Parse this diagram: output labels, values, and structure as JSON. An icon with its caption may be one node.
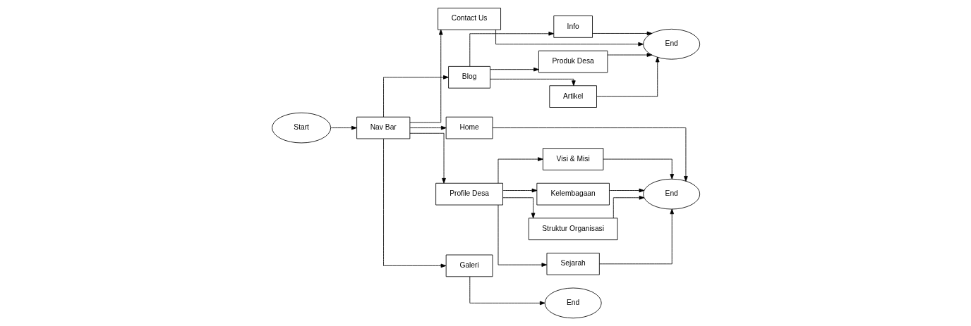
{
  "diagram": {
    "nodes": [
      {
        "text": [
          "Start"
        ]
      },
      {
        "text": [
          "Nav Bar"
        ]
      },
      {
        "text": [
          "Contact Us"
        ]
      },
      {
        "text": [
          "Blog"
        ]
      },
      {
        "text": [
          "Home"
        ]
      },
      {
        "text": [
          "Profile Desa"
        ]
      },
      {
        "text": [
          "Galeri"
        ]
      },
      {
        "text": [
          "Info"
        ]
      },
      {
        "text": [
          "Produk Desa"
        ]
      },
      {
        "text": [
          "Artikel"
        ]
      },
      {
        "text": [
          "End"
        ]
      },
      {
        "text": [
          "Visi & Misi"
        ]
      },
      {
        "text": [
          "Kelembagaan"
        ]
      },
      {
        "text": [
          "Struktur Organisasi"
        ]
      },
      {
        "text": [
          "Sejarah"
        ]
      },
      {
        "text": [
          "End"
        ]
      },
      {
        "text": [
          "End"
        ]
      }
    ],
    "edges": [
      {
        "from": 0,
        "to": 1,
        "arrow": "to"
      },
      {
        "from": 1,
        "to": 2,
        "arrow": "to"
      },
      {
        "from": 1,
        "to": 3,
        "arrow": "to"
      },
      {
        "from": 1,
        "to": 4,
        "arrow": "to"
      },
      {
        "from": 1,
        "to": 5,
        "arrow": "to"
      },
      {
        "from": 1,
        "to": 6,
        "arrow": "to"
      },
      {
        "from": 3,
        "to": 7,
        "arrow": "to"
      },
      {
        "from": 3,
        "to": 8,
        "arrow": "to"
      },
      {
        "from": 3,
        "to": 9,
        "arrow": "to"
      },
      {
        "from": 2,
        "to": 10,
        "arrow": "to"
      },
      {
        "from": 7,
        "to": 10,
        "arrow": "to"
      },
      {
        "from": 8,
        "to": 10,
        "arrow": "to"
      },
      {
        "from": 9,
        "to": 10,
        "arrow": "to"
      },
      {
        "from": 5,
        "to": 11,
        "arrow": "to"
      },
      {
        "from": 5,
        "to": 12,
        "arrow": "to"
      },
      {
        "from": 5,
        "to": 13,
        "arrow": "to"
      },
      {
        "from": 5,
        "to": 14,
        "arrow": "to"
      },
      {
        "from": 4,
        "to": 15,
        "arrow": "to"
      },
      {
        "from": 11,
        "to": 15,
        "arrow": "to"
      },
      {
        "from": 12,
        "to": 15,
        "arrow": "to"
      },
      {
        "from": 13,
        "to": 15,
        "arrow": "to"
      },
      {
        "from": 14,
        "to": 15,
        "arrow": "to"
      },
      {
        "from": 6,
        "to": 16,
        "arrow": "to"
      }
    ]
  }
}
